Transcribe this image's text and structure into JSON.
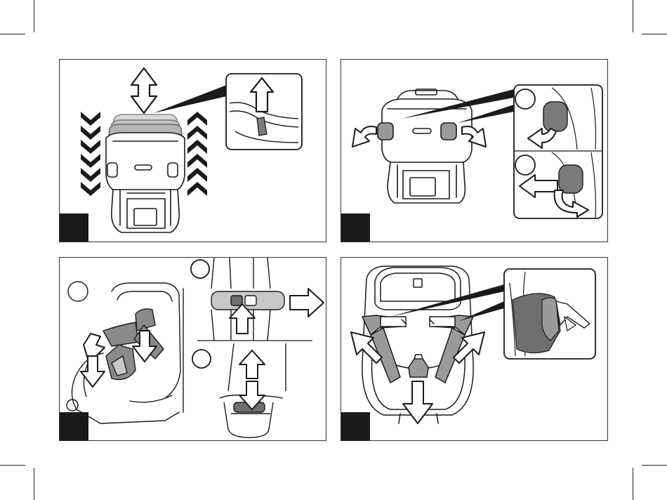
{
  "page": {
    "background": "#ffffff",
    "ink": "#1a1a1a",
    "shade_light": "#d9d9d9",
    "shade_mid": "#9a9a9a",
    "shade_dark": "#6e6e6e"
  },
  "panels": [
    {
      "id": "headrest-height-adjustment",
      "icons": [
        "double-arrow-icon",
        "chevron-down-stack-icon",
        "chevron-up-stack-icon",
        "lever-detail-icon"
      ]
    },
    {
      "id": "side-wing-release",
      "icons": [
        "curved-arrow-left-icon",
        "curved-arrow-right-icon",
        "rotate-arrow-icon"
      ]
    },
    {
      "id": "harness-buckle-release",
      "icons": [
        "down-arrow-icon",
        "right-arrow-icon",
        "up-arrow-icon"
      ]
    },
    {
      "id": "harness-shoulder-pads",
      "icons": [
        "up-left-arrow-icon",
        "up-right-arrow-icon",
        "down-arrow-icon",
        "strap-detail-icon"
      ]
    }
  ]
}
